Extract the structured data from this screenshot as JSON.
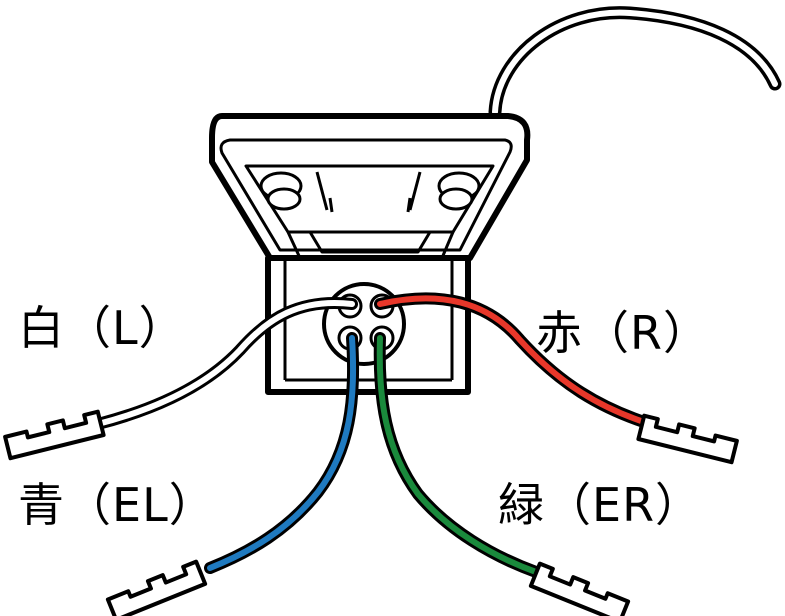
{
  "labels": {
    "white": "白（L）",
    "red": "赤（R）",
    "blue": "青（EL）",
    "green": "緑（ER）"
  },
  "colors": {
    "white_wire": "#ffffff",
    "red_wire": "#e8372a",
    "blue_wire": "#1f7ac0",
    "green_wire": "#1a8a3c",
    "outline": "#000000"
  },
  "icons": {
    "connector": "cartridge-connector",
    "terminal": "lead-terminal"
  }
}
